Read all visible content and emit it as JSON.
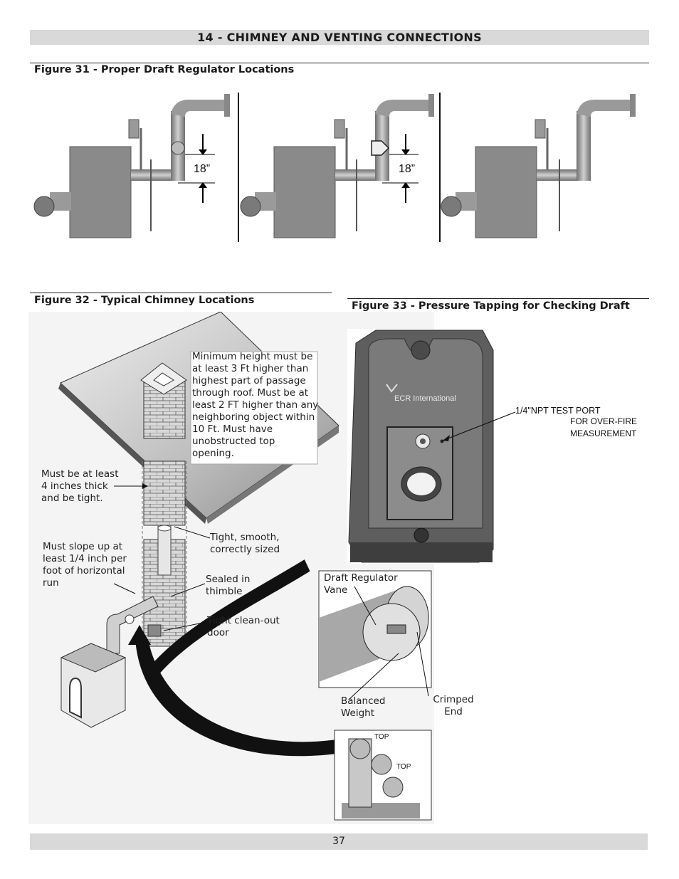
{
  "header": {
    "title": "14 - CHIMNEY AND VENTING CONNECTIONS"
  },
  "figure31": {
    "caption": "Figure 31  - Proper Draft Regulator Locations",
    "dim_label_1": "18”",
    "dim_label_2": "18”"
  },
  "figure32": {
    "caption": "Figure 32  - Typical Chimney Locations",
    "notes": {
      "roof_height": "Minimum height must be at least 3 Ft higher than highest part of passage through roof. Must be at least 2 FT higher than any neighboring object within 10 Ft. Must have unobstructed top opening.",
      "thick": "Must be at least 4 inches thick and be tight.",
      "slope": "Must slope up at least 1/4 inch per foot of horizontal run",
      "tight": "Tight, smooth, correctly sized",
      "sealed": "Sealed in thimble",
      "cleanout": "Tight clean-out door",
      "vane": "Draft Regulator Vane",
      "weight": "Balanced Weight",
      "crimped": "Crimped End",
      "top1": "TOP",
      "top2": "TOP"
    }
  },
  "figure33": {
    "caption": "Figure 33  - Pressure Tapping for Checking Draft",
    "test_port": "1/4\"NPT TEST PORT",
    "over_fire": "FOR OVER-FIRE MEASUREMENT",
    "brand": "ECR International"
  },
  "footer": {
    "page_number": "37"
  }
}
